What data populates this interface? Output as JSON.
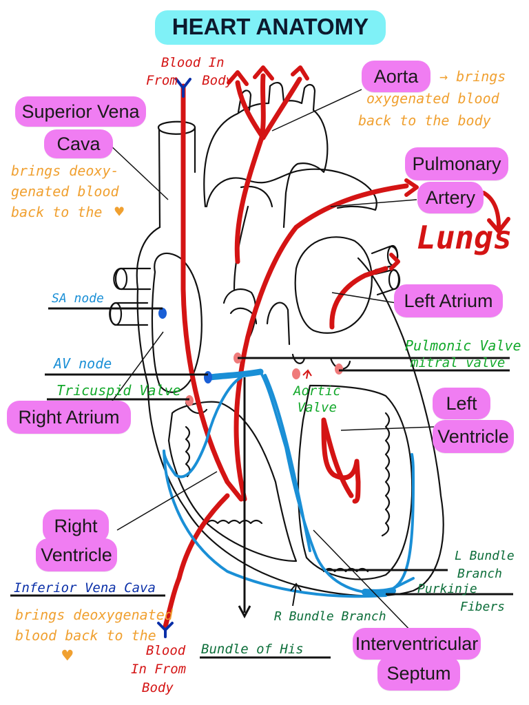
{
  "title": "HEART ANATOMY",
  "pink_labels": {
    "superior_vena_cava": [
      "Superior Vena",
      "Cava"
    ],
    "aorta": "Aorta",
    "pulmonary_artery": [
      "Pulmonary",
      "Artery"
    ],
    "left_atrium": "Left Atrium",
    "right_atrium": "Right Atrium",
    "left_ventricle": [
      "Left",
      "Ventricle"
    ],
    "right_ventricle": [
      "Right",
      "Ventricle"
    ],
    "interventricular_septum": [
      "Interventricular",
      "Septum"
    ]
  },
  "notes": {
    "aorta_note": [
      "→ brings",
      "oxygenated blood",
      "back to the body"
    ],
    "svc_note": [
      "brings deoxy-",
      "genated blood",
      "back to the"
    ],
    "ivc_note": [
      "brings deoxygenated",
      "blood back to the"
    ],
    "heart_symbol": "♥",
    "lungs": "Lungs",
    "blood_in_top": [
      "Blood In",
      "From",
      "Body"
    ],
    "blood_in_bottom": [
      "Blood",
      "In From",
      "Body"
    ]
  },
  "structure_labels": {
    "sa_node": "SA node",
    "av_node": "AV node",
    "tricuspid_valve": "Tricuspid Valve",
    "pulmonic_valve": "Pulmonic Valve",
    "mitral_valve": "mitral valve",
    "aortic_valve": [
      "Aortic",
      "Valve"
    ],
    "inferior_vena_cava": "Inferior Vena Cava",
    "l_bundle_branch": [
      "L Bundle",
      "Branch"
    ],
    "purkinje_fibers": [
      "Purkinje",
      "Fibers"
    ],
    "r_bundle_branch": "R Bundle Branch",
    "bundle_of_his": "Bundle of His"
  },
  "colors": {
    "title_bg": "#7ff1f7",
    "pill_bg": "#f07df2",
    "blood_red": "#d41414",
    "conduction_blue": "#1a8fd6",
    "note_orange": "#f0a030",
    "valve_pink": "#ef7a7a",
    "heart_outline": "#111111"
  }
}
